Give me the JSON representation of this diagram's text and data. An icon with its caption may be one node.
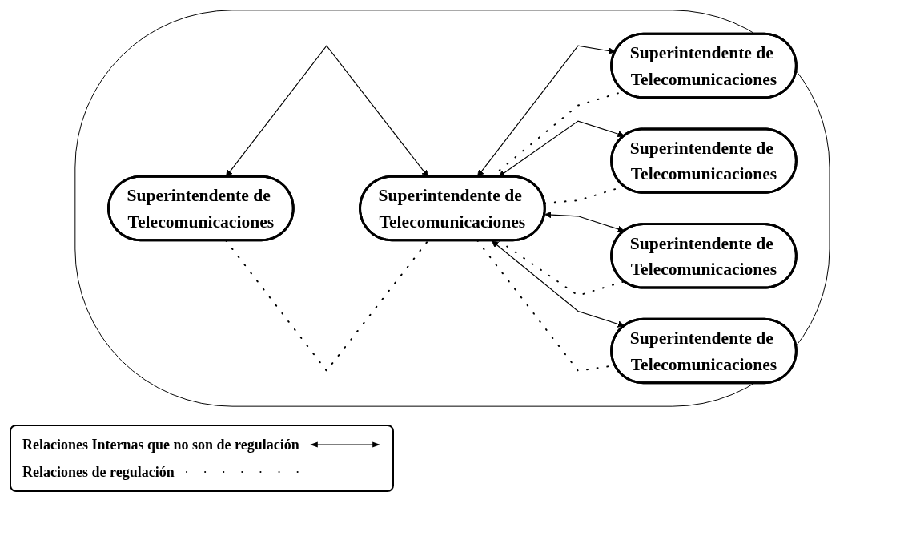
{
  "diagram": {
    "nodes": [
      {
        "text": [],
        "shape": "ellipse"
      },
      {
        "text": [
          "Superintendente de Telecomunicaciones"
        ],
        "in": 0
      },
      {
        "text": [
          "Superintendente de Telecomunicaciones"
        ],
        "in": 0
      },
      {
        "text": [
          "Superintendente de Telecomunicaciones"
        ],
        "in": 0
      },
      {
        "text": [
          "Superintendente de Telecomunicaciones"
        ],
        "in": 0
      },
      {
        "text": [
          "Superintendente de Telecomunicaciones"
        ],
        "in": 0
      },
      {
        "text": [
          "Superintendente de Telecomunicaciones"
        ],
        "in": 0
      }
    ],
    "edges": [
      {
        "from": 3,
        "to": 1,
        "arrow": "both"
      },
      {
        "from": 2,
        "to": 3,
        "arrow": "both"
      },
      {
        "from": 3,
        "to": 4,
        "arrow": "both"
      },
      {
        "from": 3,
        "to": 5,
        "arrow": "both"
      },
      {
        "from": 3,
        "to": 6,
        "arrow": "both"
      },
      {
        "from": 3,
        "to": 1,
        "arrow": "none",
        "style": "dashed"
      },
      {
        "from": 2,
        "to": 3,
        "arrow": "none",
        "style": "dashed"
      },
      {
        "from": 3,
        "to": 4,
        "arrow": "none",
        "style": "dashed"
      },
      {
        "from": 3,
        "to": 5,
        "arrow": "none",
        "style": "dashed"
      },
      {
        "from": 3,
        "to": 6,
        "arrow": "none",
        "style": "dashed"
      }
    ],
    "legend": [
      {
        "text": "Relaciones Internas que no son de regulación"
      },
      {
        "text": "Relaciones de regulación"
      }
    ]
  }
}
